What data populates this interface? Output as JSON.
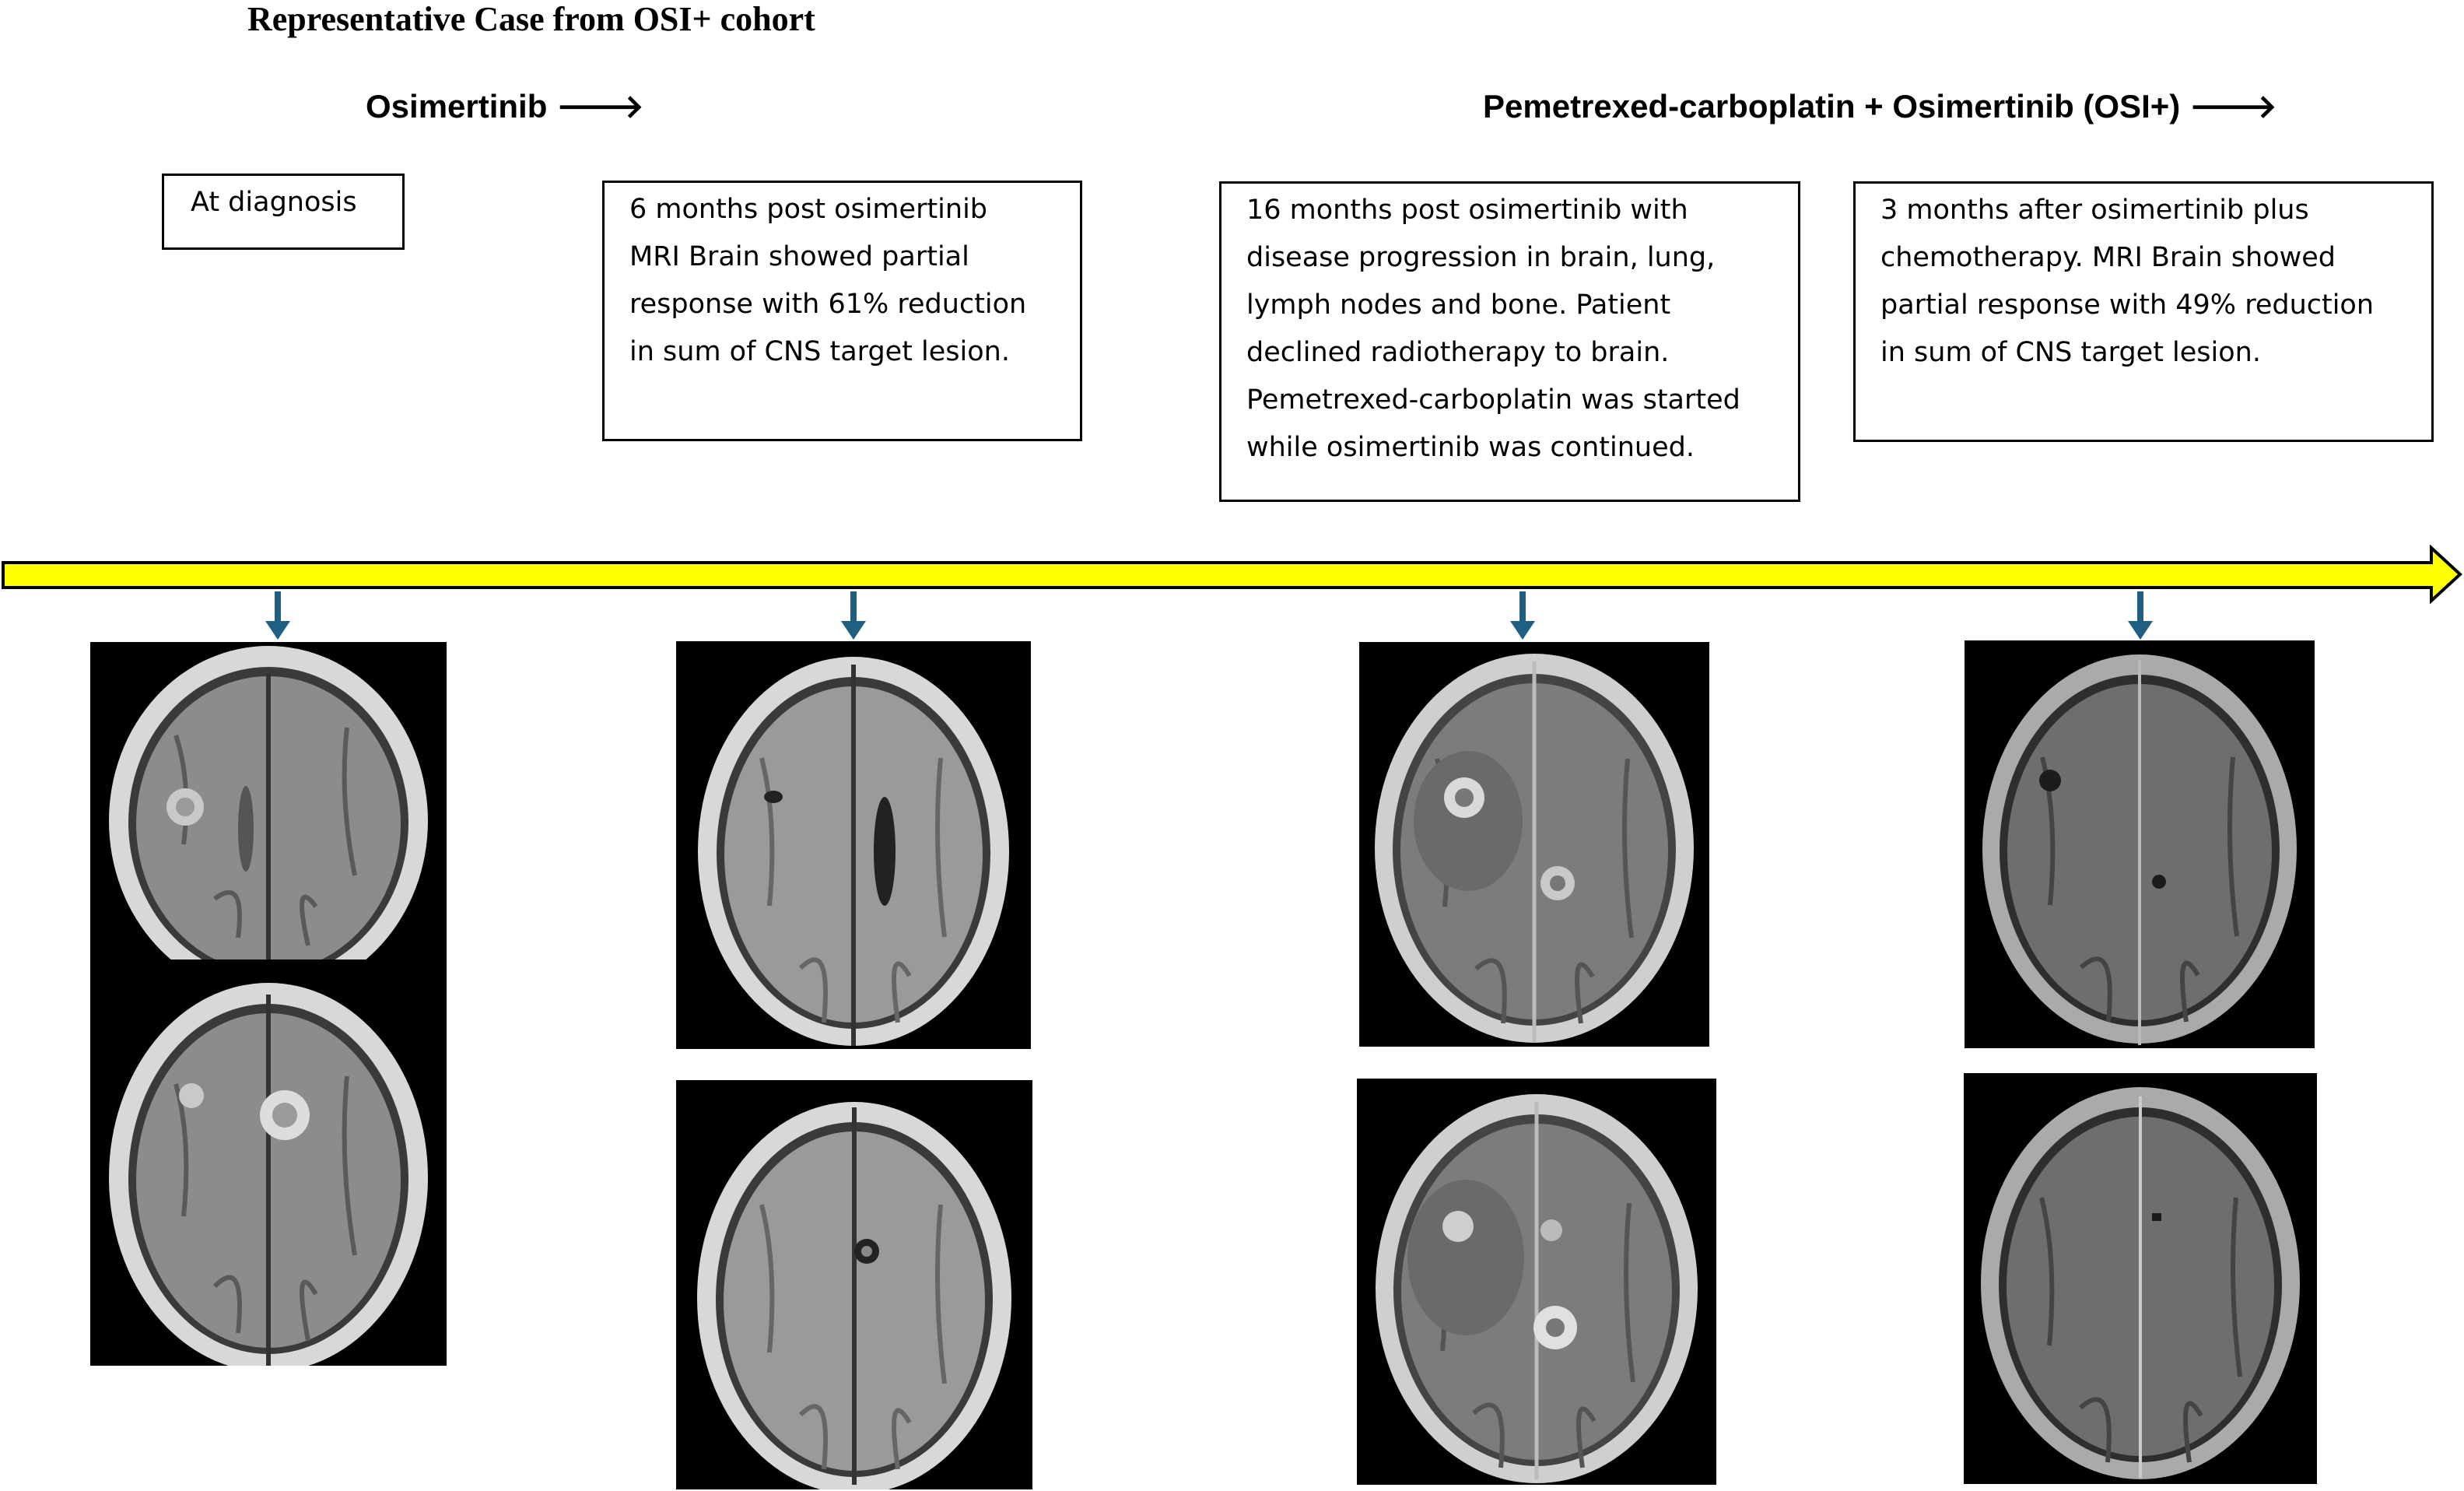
{
  "title": "Representative Case from OSI+ cohort",
  "phases": [
    {
      "label": "Osimertinib",
      "arrow": "🡒"
    },
    {
      "label": "Pemetrexed-carboplatin + Osimertinib (OSI+)",
      "arrow": "🡒"
    }
  ],
  "events": [
    {
      "lines": [
        "At diagnosis"
      ]
    },
    {
      "lines": [
        "6 months post osimertinib",
        "MRI Brain showed partial",
        "response with 61% reduction",
        "in sum of CNS target lesion."
      ]
    },
    {
      "lines": [
        "16 months post osimertinib with",
        "disease progression in brain, lung,",
        "lymph nodes and bone. Patient",
        "declined radiotherapy to brain.",
        "Pemetrexed-carboplatin was started",
        "while osimertinib was continued."
      ]
    },
    {
      "lines": [
        "3 months after osimertinib plus",
        "chemotherapy. MRI Brain showed",
        "partial response with 49% reduction",
        "in sum of CNS target lesion."
      ]
    }
  ],
  "colors": {
    "timeline_fill": "#FFFF00",
    "timeline_stroke": "#000000",
    "marker_arrow": "#1F5F82",
    "image_background": "#000000"
  },
  "icons": {
    "phase_arrow": "right-arrow-icon",
    "marker": "down-arrow-icon"
  }
}
